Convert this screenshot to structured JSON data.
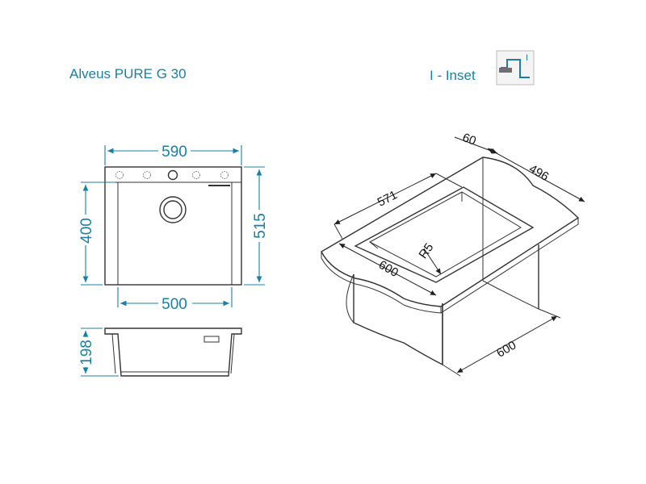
{
  "header": {
    "product_title": "Alveus PURE G 30",
    "mount_type_label": "I - Inset",
    "mount_icon_letter": "I"
  },
  "top_view": {
    "width_label": "590",
    "bowl_width_label": "500",
    "bowl_depth_label": "400",
    "depth_label": "515"
  },
  "side_view": {
    "height_label": "198"
  },
  "iso_view": {
    "back_edge_label": "60",
    "side_label": "496",
    "inner_length_label": "571",
    "radius_label": "R5",
    "front_label": "600",
    "cabinet_label": "600"
  },
  "colors": {
    "accent": "#1a7fa4",
    "line": "#333333"
  }
}
